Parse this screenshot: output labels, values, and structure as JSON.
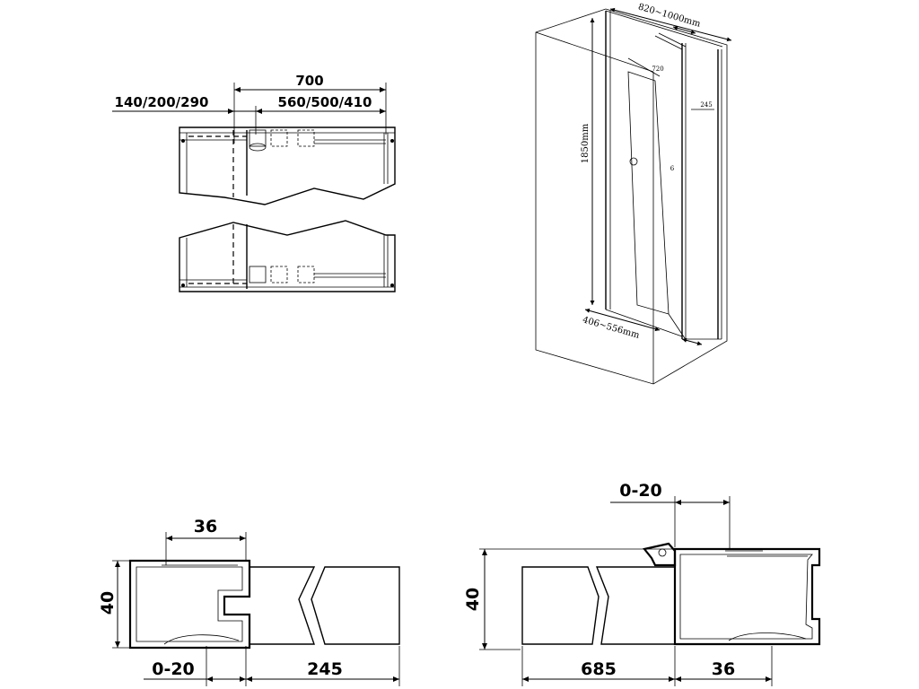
{
  "top_view_dims": {
    "total": "700",
    "left_offset": "140/200/290",
    "door_width": "560/500/410"
  },
  "iso_view_dims": {
    "width_range": "820~1000mm",
    "height": "1850mm",
    "depth_range": "406~556mm",
    "angle": "720",
    "side": "245",
    "glass": "6"
  },
  "detail_left_dims": {
    "profile_width": "36",
    "height": "40",
    "adjust": "0-20",
    "panel": "245"
  },
  "detail_right_dims": {
    "adjust": "0-20",
    "height": "40",
    "panel": "685",
    "profile_width": "36"
  }
}
